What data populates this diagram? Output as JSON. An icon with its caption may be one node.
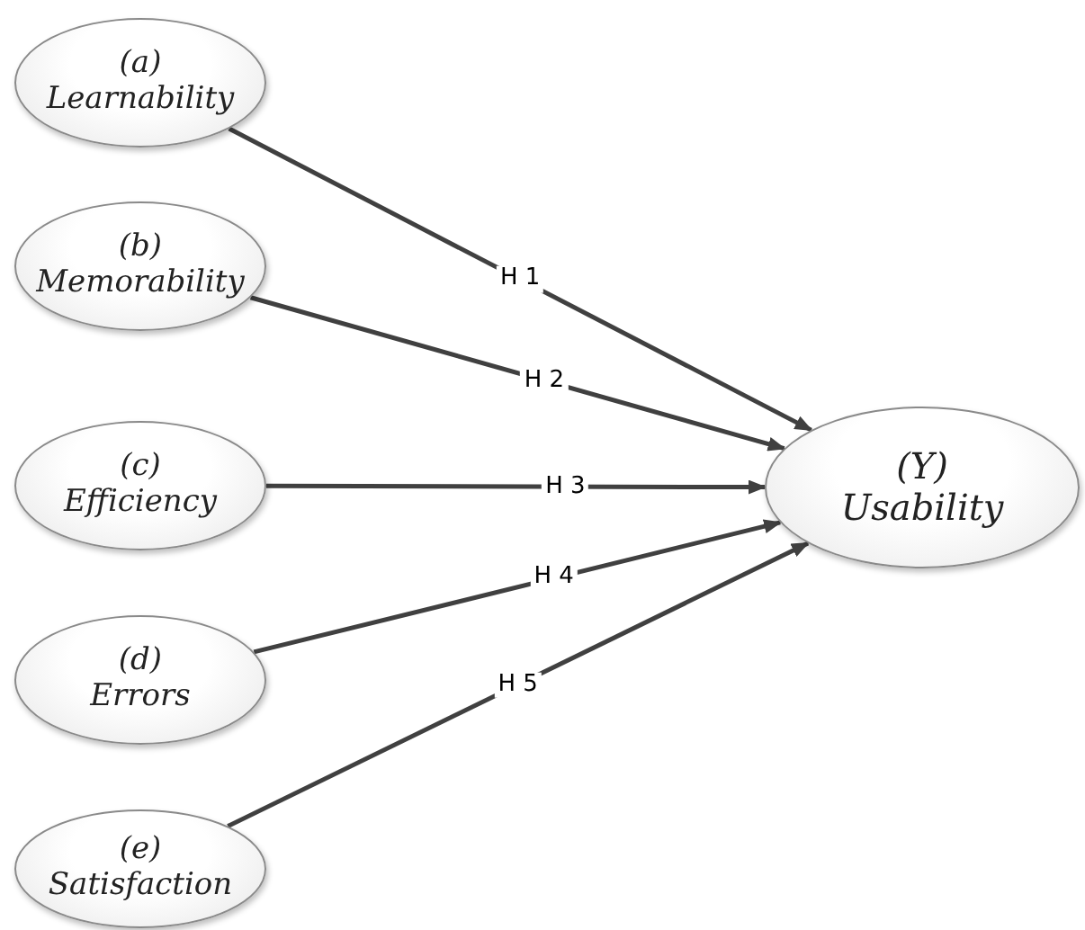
{
  "diagram": {
    "nodes": [
      {
        "text": [
          "(a)",
          "Learnability"
        ]
      },
      {
        "text": [
          "(b)",
          "Memorability"
        ]
      },
      {
        "text": [
          "(c)",
          "Efficiency"
        ]
      },
      {
        "text": [
          "(d)",
          "Errors"
        ]
      },
      {
        "text": [
          "(e)",
          "Satisfaction"
        ]
      },
      {
        "text": [
          "(Y)",
          "Usability"
        ]
      }
    ],
    "edges": [
      {
        "from": 0,
        "to": 5,
        "arrow": "to",
        "label": "H 1"
      },
      {
        "from": 1,
        "to": 5,
        "arrow": "to",
        "label": "H 2"
      },
      {
        "from": 2,
        "to": 5,
        "arrow": "to",
        "label": "H 3"
      },
      {
        "from": 3,
        "to": 5,
        "arrow": "to",
        "label": "H 4"
      },
      {
        "from": 4,
        "to": 5,
        "arrow": "to",
        "label": "H 5"
      }
    ]
  }
}
